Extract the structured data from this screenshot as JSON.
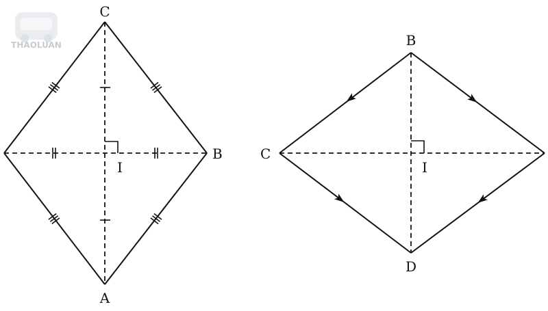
{
  "watermark": {
    "text": "THAOLUAN"
  },
  "figure_left": {
    "labels": {
      "top": "C",
      "right": "B",
      "bottom": "A",
      "center": "I"
    }
  },
  "figure_right": {
    "labels": {
      "top": "B",
      "left": "C",
      "bottom": "D",
      "center": "I"
    }
  }
}
